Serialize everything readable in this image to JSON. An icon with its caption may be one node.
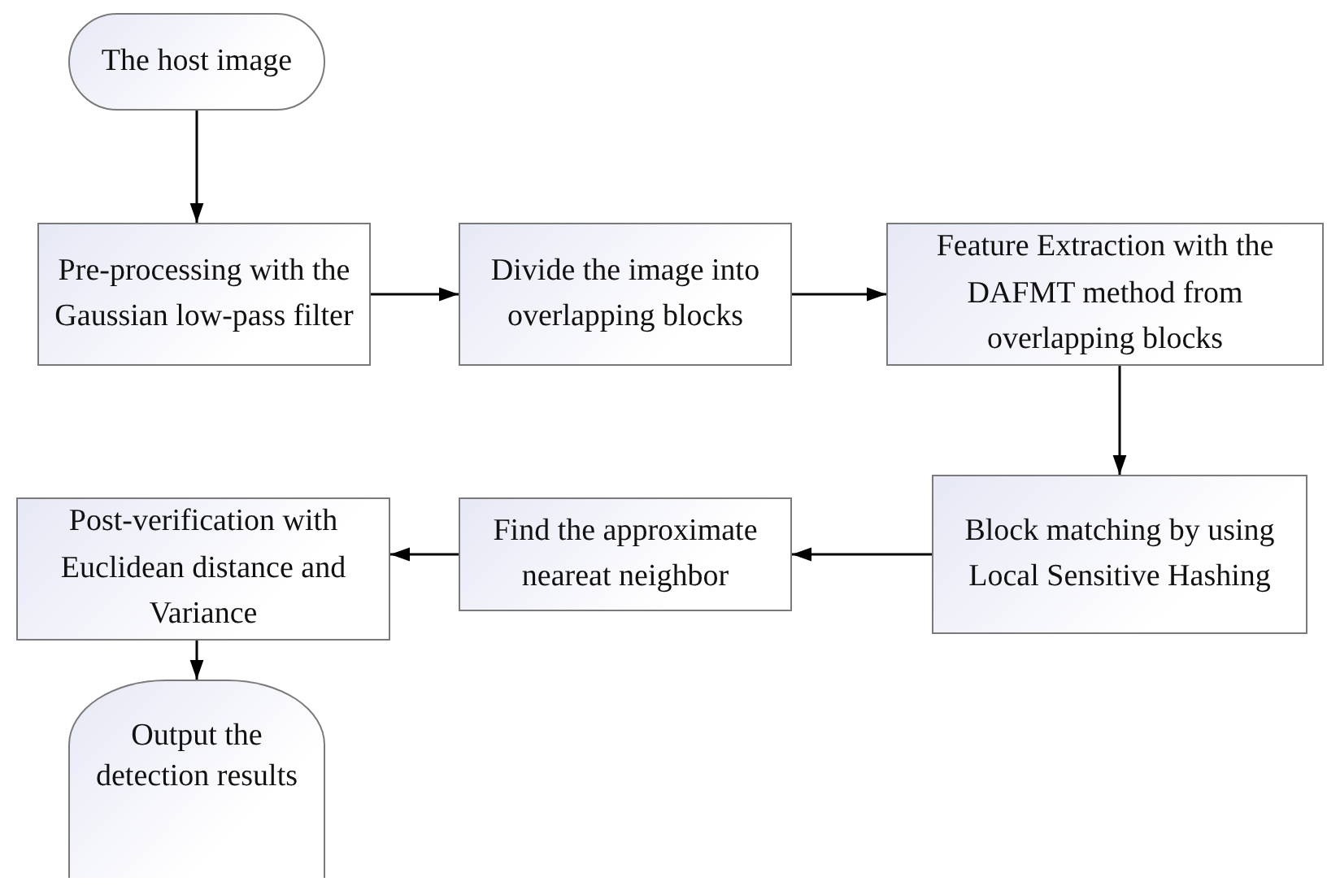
{
  "diagram": {
    "nodes": [
      {
        "text": [
          "The host image"
        ]
      },
      {
        "text": [
          "Pre-processing with the Gaussian low-pass filter"
        ]
      },
      {
        "text": [
          "Divide the image into overlapping blocks"
        ]
      },
      {
        "text": [
          "Feature Extraction with the DAFMT method from overlapping blocks"
        ]
      },
      {
        "text": [
          "Block matching by using Local Sensitive Hashing"
        ]
      },
      {
        "text": [
          "Find the approximate neareat neighbor"
        ]
      },
      {
        "text": [
          "Post-verification with Euclidean distance and Variance"
        ]
      },
      {
        "text": [
          "Output the detection results"
        ]
      }
    ],
    "edges": [
      {
        "from": 0,
        "to": 1,
        "arrow": "to"
      },
      {
        "from": 1,
        "to": 2,
        "arrow": "to"
      },
      {
        "from": 2,
        "to": 3,
        "arrow": "to"
      },
      {
        "from": 3,
        "to": 4,
        "arrow": "to"
      },
      {
        "from": 4,
        "to": 5,
        "arrow": "to"
      },
      {
        "from": 5,
        "to": 6,
        "arrow": "to"
      },
      {
        "from": 6,
        "to": 7,
        "arrow": "to"
      }
    ]
  }
}
